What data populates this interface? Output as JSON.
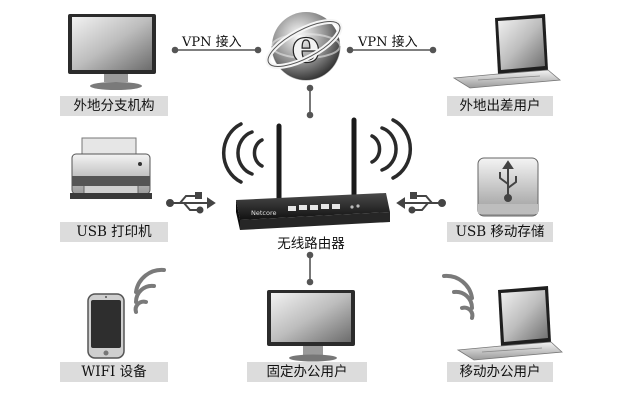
{
  "nodes": {
    "branch": "外地分支机构",
    "traveler": "外地出差用户",
    "printer": "USB 打印机",
    "storage": "USB 移动存储",
    "router": "无线路由器",
    "wifi": "WIFI 设备",
    "fixed": "固定办公用户",
    "mobile": "移动办公用户"
  },
  "links": {
    "vpn_left": "VPN 接入",
    "vpn_right": "VPN 接入"
  },
  "icons": {
    "internet": "internet-explorer-globe-icon",
    "usb": "usb-symbol-icon",
    "wireless": "wireless-waves-icon"
  },
  "router_brand": "Netcore"
}
